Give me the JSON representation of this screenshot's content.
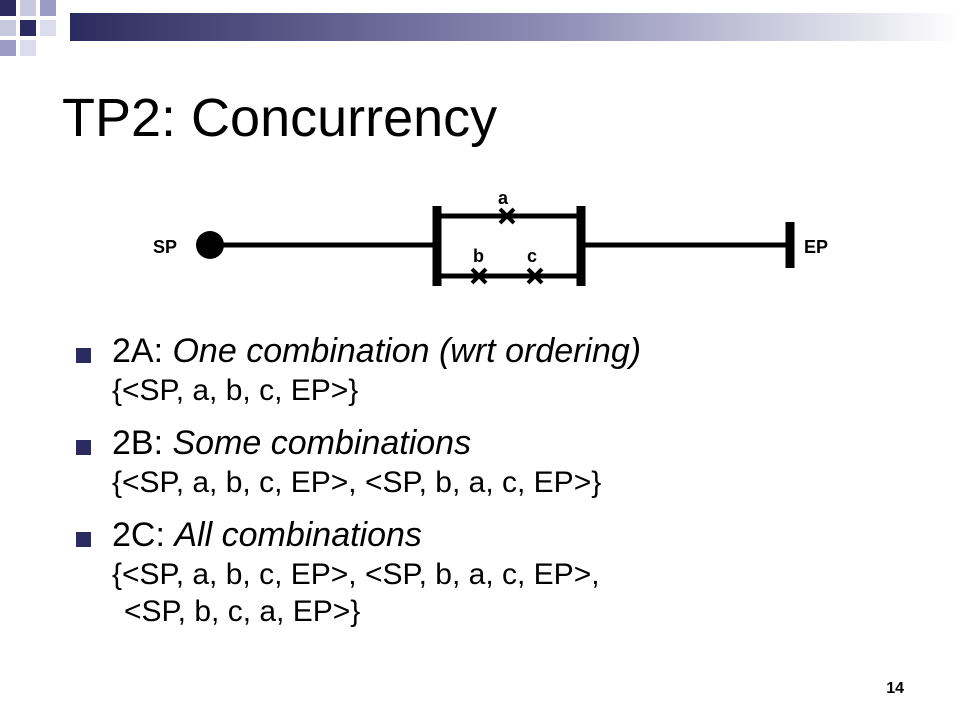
{
  "slide": {
    "title": "TP2: Concurrency",
    "page_number": "14"
  },
  "diagram": {
    "start_label": "SP",
    "end_label": "EP",
    "upper_branch_labels": [
      "a"
    ],
    "lower_branch_labels": [
      "b",
      "c"
    ]
  },
  "bullets": [
    {
      "prefix": "2A: ",
      "term": "One combination (wrt ordering)",
      "sets": [
        "{<SP, a, b, c, EP>}"
      ]
    },
    {
      "prefix": "2B: ",
      "term": "Some combinations",
      "sets": [
        "{<SP, a, b, c, EP>, <SP, b, a, c, EP>}"
      ]
    },
    {
      "prefix": "2C: ",
      "term": "All combinations",
      "sets": [
        "{<SP, a, b, c, EP>, <SP, b, a, c, EP>,",
        "<SP, b, c, a, EP>}"
      ]
    }
  ],
  "colors": {
    "accent": "#2b2b5f",
    "text": "#000000",
    "background": "#ffffff"
  }
}
